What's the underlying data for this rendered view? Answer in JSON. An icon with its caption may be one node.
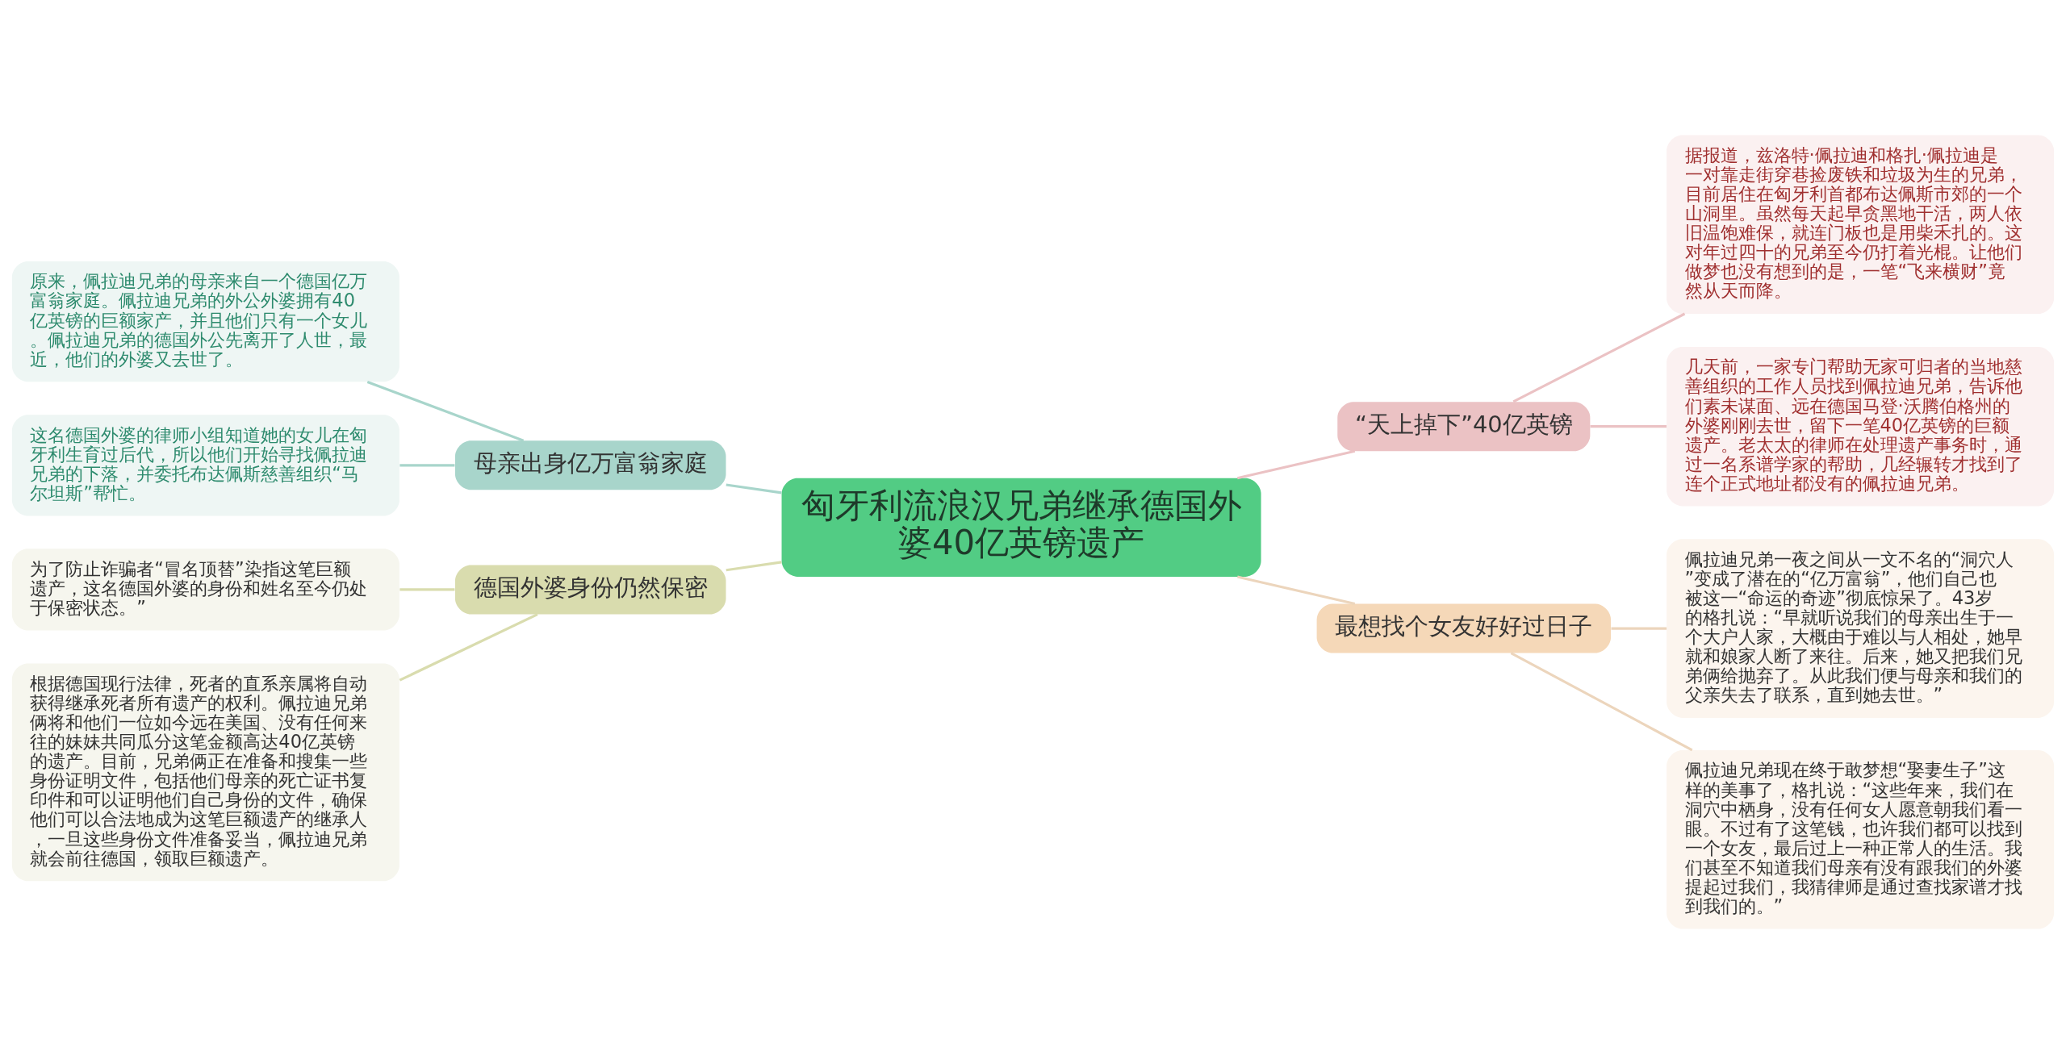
{
  "diagram": {
    "nodes": [
      {
        "text": [
          "匈牙利流浪汉兄弟继承德国外婆40亿英镑遗产"
        ]
      },
      {
        "text": [
          "母亲出身亿万富翁家庭"
        ]
      },
      {
        "text": [
          "原来，佩拉迪兄弟的母亲来自一个德国亿万富翁家庭。佩拉迪兄弟的外公外婆拥有40亿英镑的巨额家产，并且他们只有一个女儿。佩拉迪兄弟的德国外公先离开了人世，最近，他们的外婆又去世了。"
        ]
      },
      {
        "text": [
          "这名德国外婆的律师小组知道她的女儿在匈牙利生育过后代，所以他们开始寻找佩拉迪兄弟的下落，并委托布达佩斯慈善组织“马尔坦斯”帮忙。"
        ]
      },
      {
        "text": [
          "德国外婆身份仍然保密"
        ]
      },
      {
        "text": [
          "为了防止诈骗者“冒名顶替”染指这笔巨额遗产，这名德国外婆的身份和姓名至今仍处于保密状态。”"
        ]
      },
      {
        "text": [
          "根据德国现行法律，死者的直系亲属将自动获得继承死者所有遗产的权利。佩拉迪兄弟俩将和他们一位如今远在美国、没有任何来往的妹妹共同瓜分这笔金额高达40亿英镑的遗产。目前，兄弟俩正在准备和搜集一些身份证明文件，包括他们母亲的死亡证书复印件和可以证明他们自己身份的文件，确保他们可以合法地成为这笔巨额遗产的继承人，一旦这些身份文件准备妥当，佩拉迪兄弟就会前往德国，领取巨额遗产。"
        ]
      },
      {
        "text": [
          "“天上掉下”40亿英镑"
        ]
      },
      {
        "text": [
          "据报道，兹洛特·佩拉迪和格扎·佩拉迪是一对靠走街穿巷捡废铁和垃圾为生的兄弟，目前居住在匈牙利首都布达佩斯市郊的一个山洞里。虽然每天起早贪黑地干活，两人依旧温饱难保，就连门板也是用柴禾扎的。这对年过四十的兄弟至今仍打着光棍。让他们做梦也没有想到的是，一笔“飞来横财”竟然从天而降。"
        ]
      },
      {
        "text": [
          "几天前，一家专门帮助无家可归者的当地慈善组织的工作人员找到佩拉迪兄弟，告诉他们素未谋面、远在德国马登·沃腾伯格州的外婆刚刚去世，留下一笔40亿英镑的巨额遗产。老太太的律师在处理遗产事务时，通过一名系谱学家的帮助，几经辗转才找到了连个正式地址都没有的佩拉迪兄弟。"
        ]
      },
      {
        "text": [
          "最想找个女友好好过日子"
        ]
      },
      {
        "text": [
          "佩拉迪兄弟一夜之间从一文不名的“洞穴人”变成了潜在的“亿万富翁”，他们自己也被这一“命运的奇迹”彻底惊呆了。43岁的格扎说：“早就听说我们的母亲出生于一个大户人家，大概由于难以与人相处，她早就和娘家人断了来往。后来，她又把我们兄弟俩给抛弃了。从此我们便与母亲和我们的父亲失去了联系，直到她去世。”"
        ]
      },
      {
        "text": [
          "佩拉迪兄弟现在终于敢梦想“娶妻生子”这样的美事了，格扎说：“这些年来，我们在洞穴中栖身，没有任何女人愿意朝我们看一眼。不过有了这笔钱，也许我们都可以找到一个女友，最后过上一种正常人的生活。我们甚至不知道我们母亲有没有跟我们的外婆提起过我们，我猜律师是通过查找家谱才找到我们的。”"
        ]
      }
    ],
    "edges": [
      {
        "from": 0,
        "to": 1,
        "arrow": "none",
        "color": "#a8d5cb"
      },
      {
        "from": 1,
        "to": 2,
        "arrow": "none",
        "color": "#a8d5cb"
      },
      {
        "from": 1,
        "to": 3,
        "arrow": "none",
        "color": "#a8d5cb"
      },
      {
        "from": 0,
        "to": 4,
        "arrow": "none",
        "color": "#d9dcae"
      },
      {
        "from": 4,
        "to": 5,
        "arrow": "none",
        "color": "#d9dcae"
      },
      {
        "from": 4,
        "to": 6,
        "arrow": "none",
        "color": "#d9dcae"
      },
      {
        "from": 0,
        "to": 7,
        "arrow": "none",
        "color": "#ebc2c4"
      },
      {
        "from": 7,
        "to": 8,
        "arrow": "none",
        "color": "#ebc2c4"
      },
      {
        "from": 7,
        "to": 9,
        "arrow": "none",
        "color": "#ebc2c4"
      },
      {
        "from": 0,
        "to": 10,
        "arrow": "none",
        "color": "#ecd5bc"
      },
      {
        "from": 10,
        "to": 11,
        "arrow": "none",
        "color": "#ecd5bc"
      },
      {
        "from": 10,
        "to": 12,
        "arrow": "none",
        "color": "#ecd5bc"
      }
    ]
  }
}
